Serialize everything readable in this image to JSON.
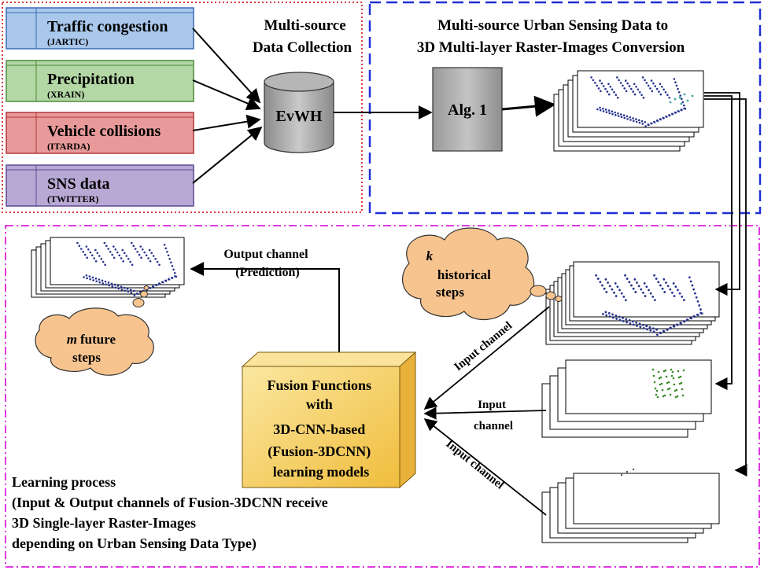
{
  "regions": {
    "collection_title": [
      "Multi-source",
      "Data Collection"
    ],
    "conversion_title": [
      "Multi-source Urban Sensing Data to",
      "3D Multi-layer Raster-Images Conversion"
    ],
    "learning_caption": [
      "Learning process",
      "(Input & Output channels of Fusion-3DCNN receive",
      "3D Single-layer Raster-Images",
      "depending on Urban Sensing Data Type)"
    ]
  },
  "sources": [
    {
      "name": "Traffic congestion",
      "org": "(JARTIC)",
      "fill": "#a9c8ec",
      "stroke": "#3b6bb5"
    },
    {
      "name": "Precipitation",
      "org": "(XRAIN)",
      "fill": "#b3d7a5",
      "stroke": "#4f8a3c"
    },
    {
      "name": "Vehicle collisions",
      "org": "(ITARDA)",
      "fill": "#e89a9a",
      "stroke": "#b13838"
    },
    {
      "name": "SNS data",
      "org": "(TWITTER)",
      "fill": "#b7a9d4",
      "stroke": "#5c4a94"
    }
  ],
  "warehouse_label": "EvWH",
  "algorithm_label": "Alg. 1",
  "model_label": [
    "Fusion Functions",
    "with",
    "3D-CNN-based",
    "(Fusion-3DCNN)",
    "learning models"
  ],
  "output_channel_label": [
    "Output channel",
    "(Prediction)"
  ],
  "historical_cloud": {
    "k": "k",
    "line1": "historical",
    "line2": "steps"
  },
  "future_cloud": {
    "m": "m",
    "line1": "future",
    "line2": "steps"
  },
  "input_channel_labels": {
    "top": "Input channel",
    "middle": [
      "Input",
      "channel"
    ],
    "bottom": "Input channel"
  },
  "colors": {
    "collection_border": "#e03a3a",
    "conversion_border": "#1f2fd6",
    "learning_border": "#e03ae0",
    "cloud_fill": "#f7c48f",
    "model_front": "#f6cf63",
    "traffic_dots": "#27338f",
    "rain_dots": "#3a8a2a"
  }
}
